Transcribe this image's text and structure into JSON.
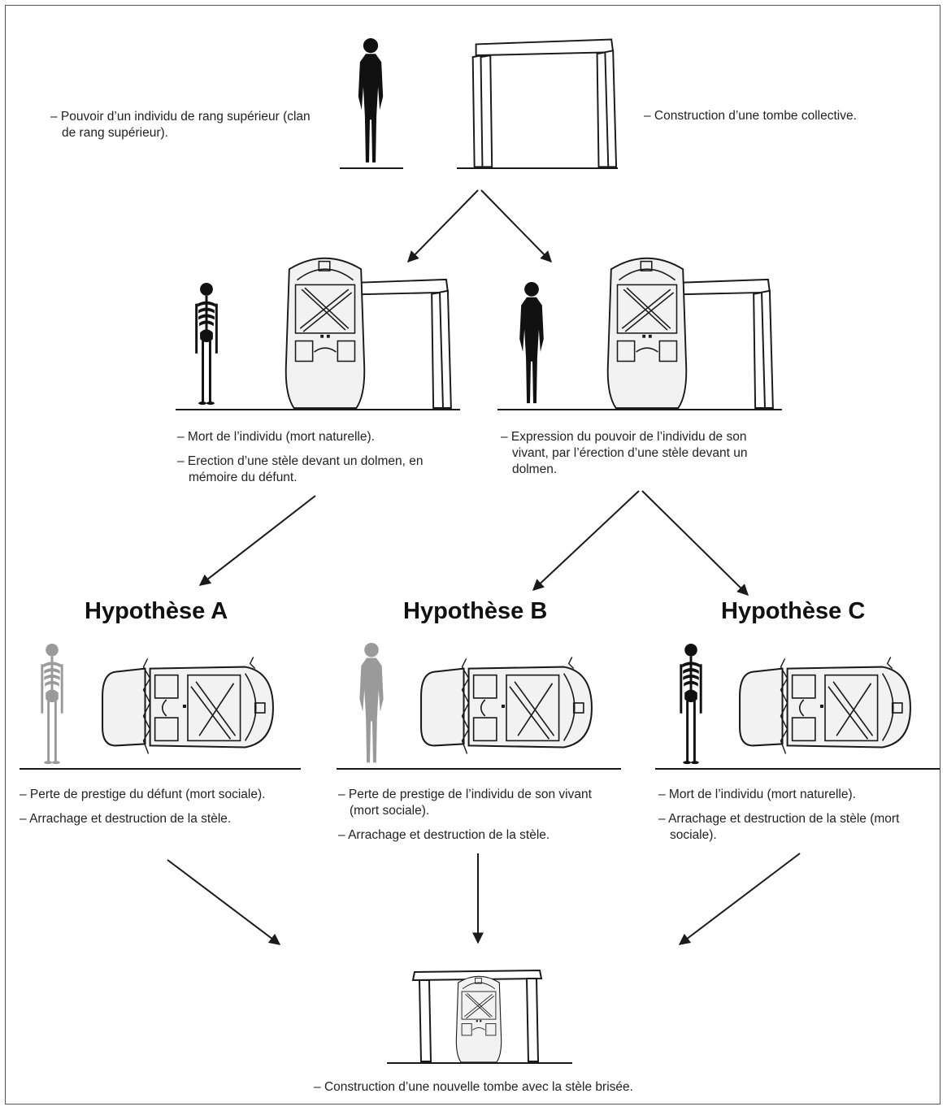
{
  "top": {
    "left_caption": "– Pouvoir d’un individu de rang supérieur (clan de rang supérieur).",
    "right_caption": "– Construction d’une tombe collective."
  },
  "middle": {
    "left_captions": [
      "– Mort de l’individu (mort naturelle).",
      "– Erection d’une stèle devant un dolmen, en mémoire du défunt."
    ],
    "right_captions": [
      "– Expression du pouvoir de l’individu de son vivant, par l’érection d’une stèle devant un dolmen."
    ]
  },
  "hypotheses": [
    {
      "title": "Hypothèse A",
      "captions": [
        "– Perte de prestige du défunt (mort sociale).",
        "– Arrachage et destruction de la stèle."
      ]
    },
    {
      "title": "Hypothèse B",
      "captions": [
        "– Perte de prestige de l’individu de son vivant (mort sociale).",
        "– Arrachage et destruction de la stèle."
      ]
    },
    {
      "title": "Hypothèse C",
      "captions": [
        "– Mort de l’individu (mort naturelle).",
        "– Arrachage et destruction de la stèle (mort sociale)."
      ]
    }
  ],
  "bottom": {
    "caption": "– Construction d’une nouvelle tombe avec la stèle brisée."
  },
  "colors": {
    "line": "#1a1a1a",
    "silhouette": "#111111",
    "faded": "#9a9a9a",
    "stone_fill": "#f2f2f2"
  }
}
